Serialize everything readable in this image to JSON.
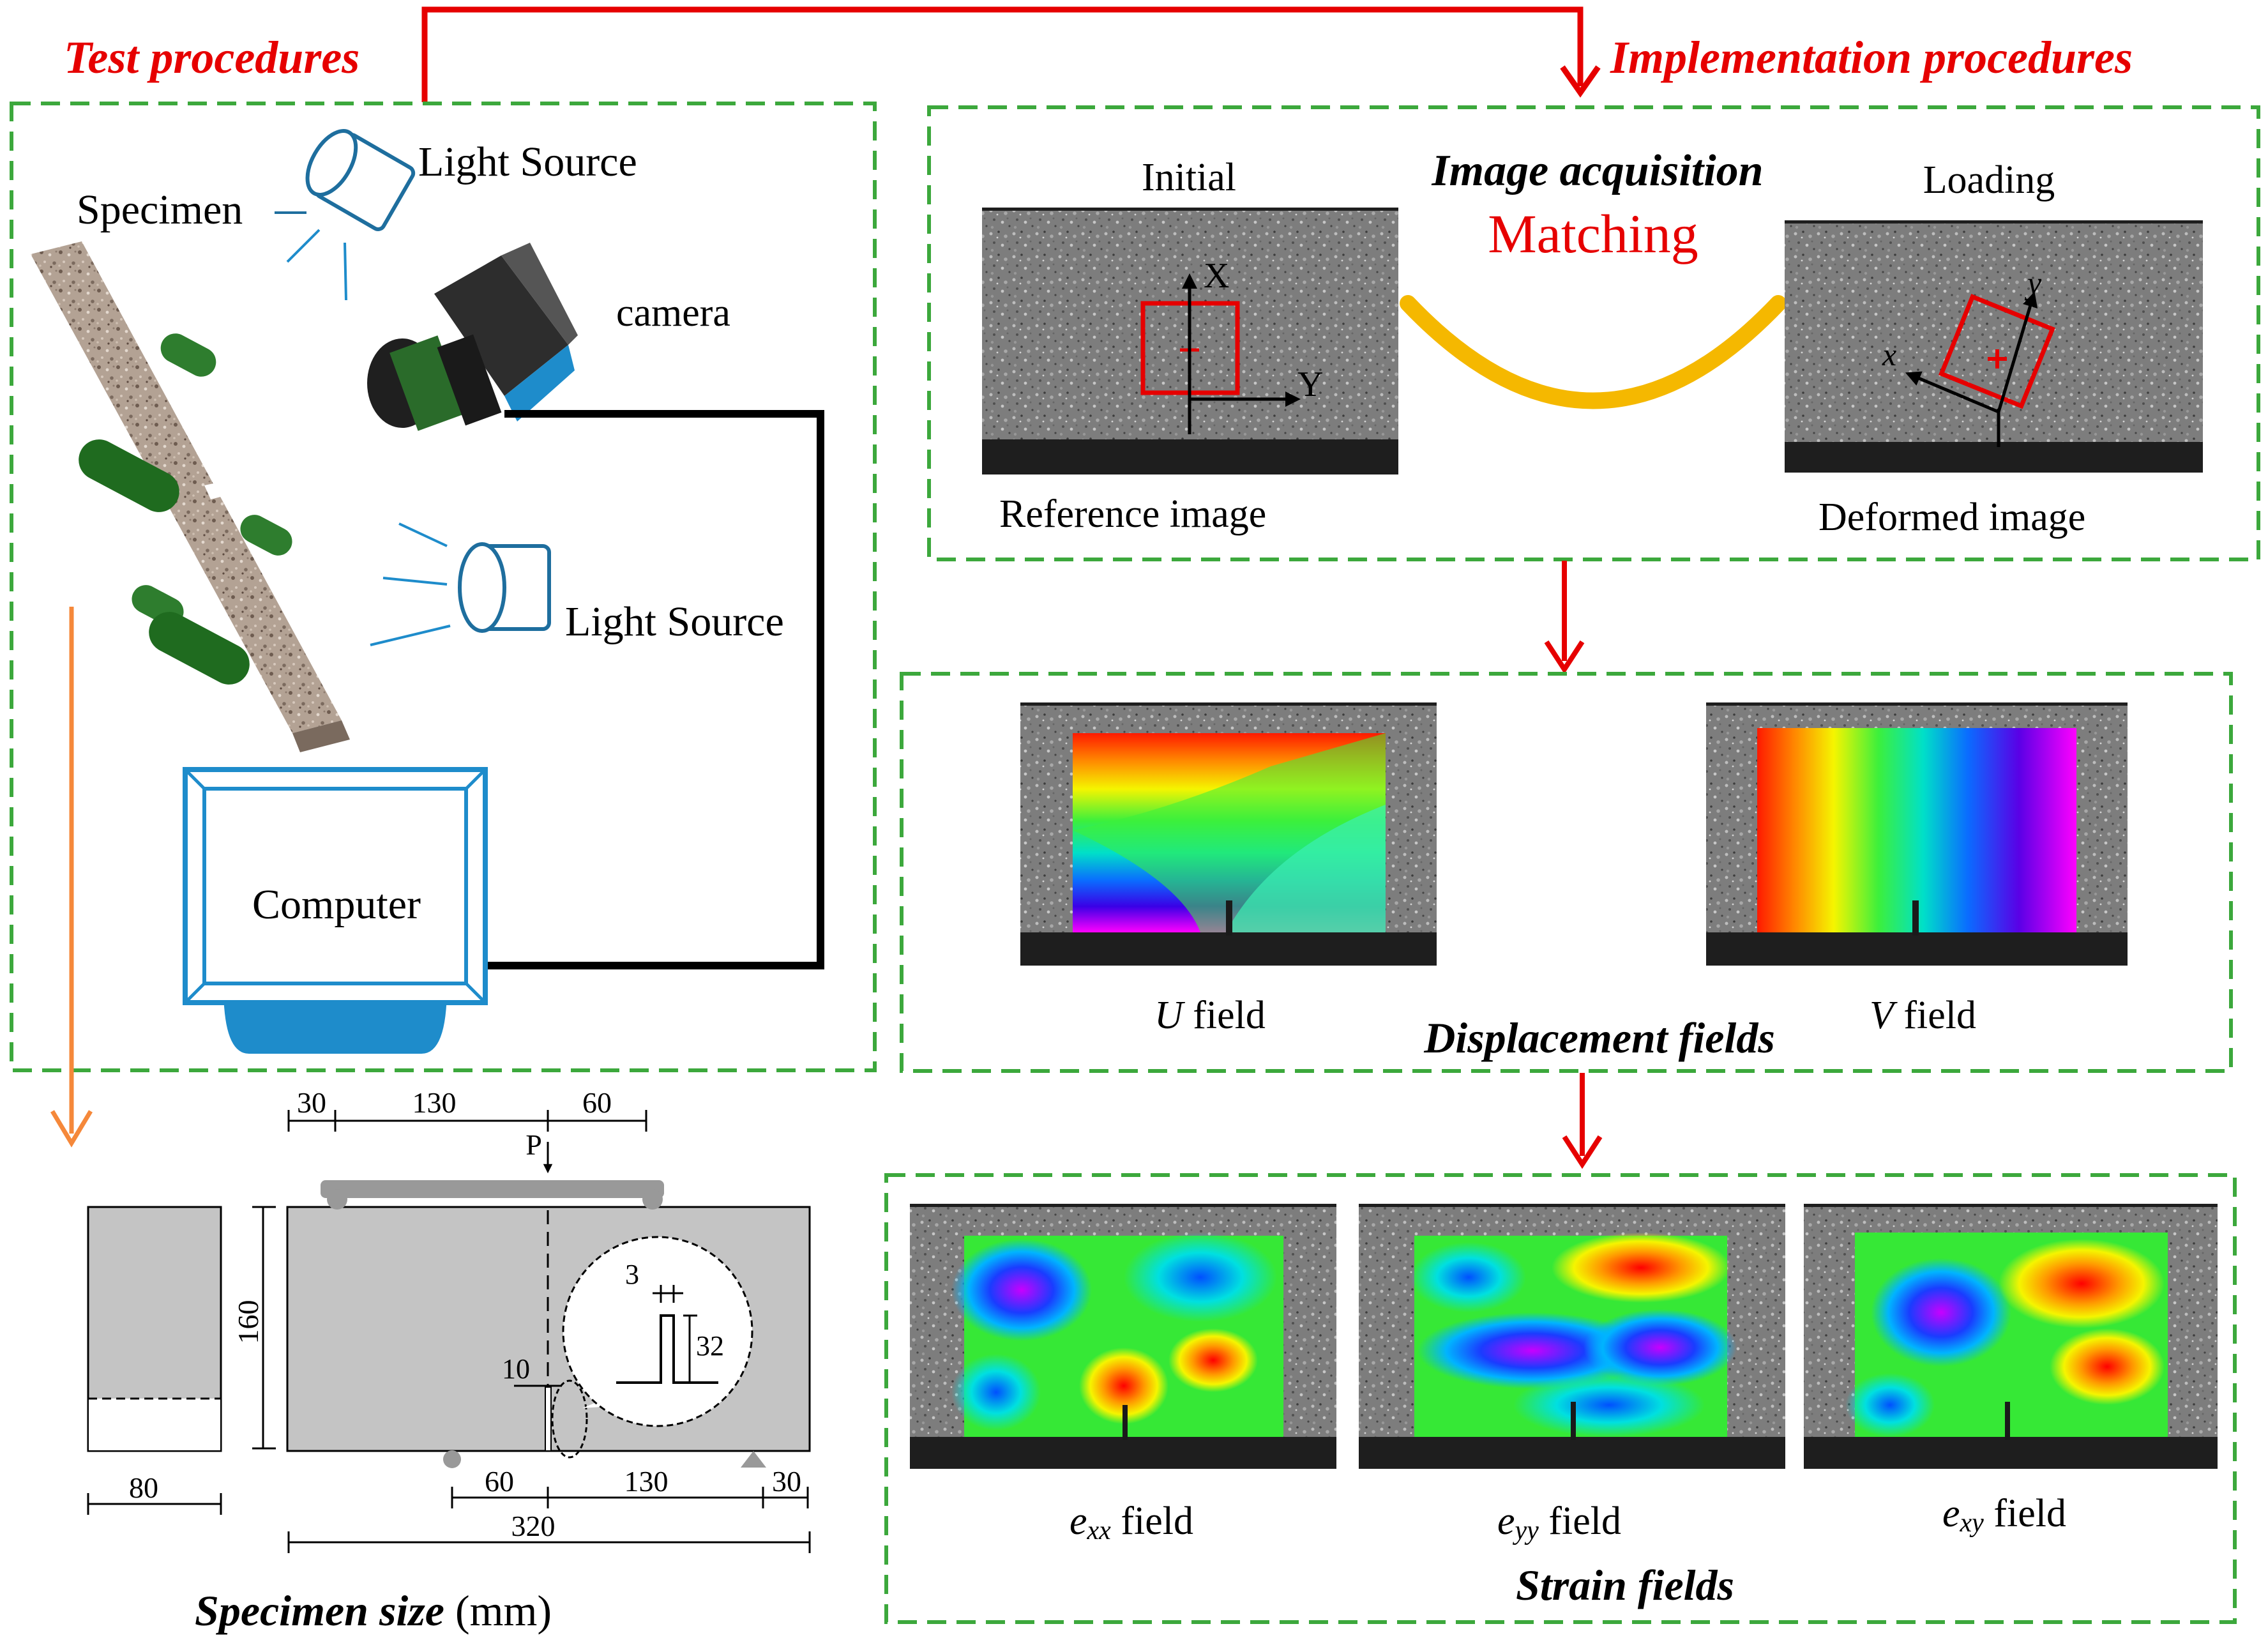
{
  "headings": {
    "test_procedures": "Test procedures",
    "implementation_procedures": "Implementation procedures"
  },
  "test_setup": {
    "specimen": "Specimen",
    "light_source_top": "Light Source",
    "camera": "camera",
    "light_source_bottom": "Light Source",
    "computer": "Computer"
  },
  "acquisition": {
    "initial": "Initial",
    "image_acquisition": "Image acquisition",
    "matching": "Matching",
    "loading": "Loading",
    "reference_image": "Reference image",
    "deformed_image": "Deformed image",
    "axis_X": "X",
    "axis_Y": "Y",
    "axis_x": "x",
    "axis_y": "y"
  },
  "displacement": {
    "u_symbol": "U",
    "u_text": " field",
    "v_symbol": "V",
    "v_text": " field",
    "title": "Displacement fields"
  },
  "strain": {
    "exx_e": "e",
    "exx_sub": "xx",
    "exx_text": " field",
    "eyy_e": "e",
    "eyy_sub": "yy",
    "eyy_text": " field",
    "exy_e": "e",
    "exy_sub": "xy",
    "exy_text": " field",
    "title": "Strain fields"
  },
  "specimen_size": {
    "title": "Specimen size",
    "unit": " (mm)",
    "dims": {
      "top_30": "30",
      "top_130": "130",
      "top_60": "60",
      "load_p": "P",
      "height_160": "160",
      "notch_3": "3",
      "notch_32": "32",
      "notch_10": "10",
      "width_80": "80",
      "bottom_60": "60",
      "bottom_130": "130",
      "bottom_30": "30",
      "length_320": "320"
    }
  },
  "colors": {
    "accent_red": "#e60000",
    "frame_green": "#3ca83c",
    "arrow_orange": "#f5883a",
    "arc_yellow": "#f5b800",
    "monitor_blue": "#1e8ccb"
  }
}
